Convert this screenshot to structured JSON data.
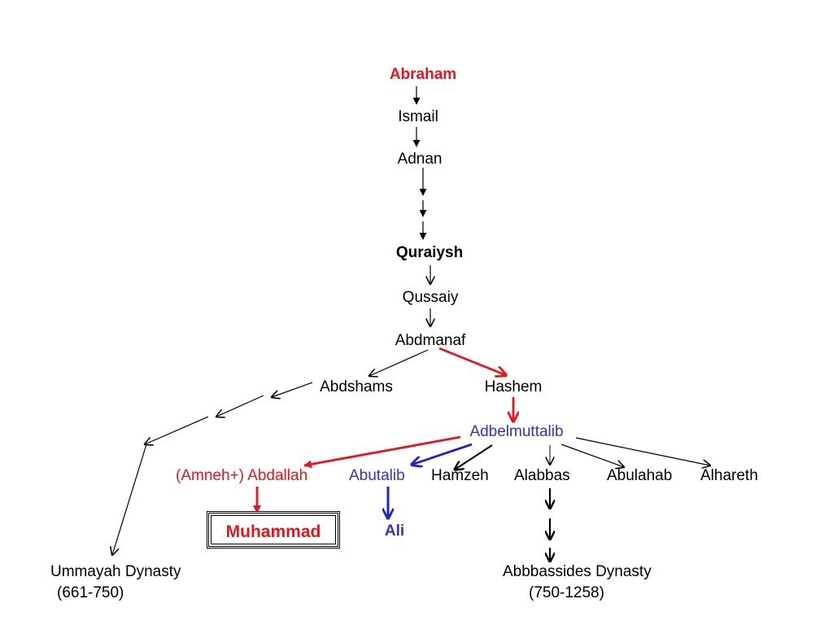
{
  "colors": {
    "black": "#000000",
    "red": "#e8141b",
    "blue": "#2222cc",
    "blue_text": "#3333bb"
  },
  "nodes": {
    "abraham": "Abraham",
    "ismail": "Ismail",
    "adnan": "Adnan",
    "quraiysh": "Quraiysh",
    "qussaiy": "Qussaiy",
    "abdmanaf": "Abdmanaf",
    "abdshams": "Abdshams",
    "hashem": "Hashem",
    "adbelmuttalib": "Adbelmuttalib",
    "abdallah": "(Amneh+) Abdallah",
    "abutalib": "Abutalib",
    "hamzeh": "Hamzeh",
    "alabbas": "Alabbas",
    "abulahab": "Abulahab",
    "alhareth": "Alhareth",
    "muhammad": "Muhammad",
    "ali": "Ali",
    "ummayah_name": "Ummayah Dynasty",
    "ummayah_years": "(661-750)",
    "abbassides_name": "Abbbassides Dynasty",
    "abbassides_years": "(750-1258)"
  }
}
